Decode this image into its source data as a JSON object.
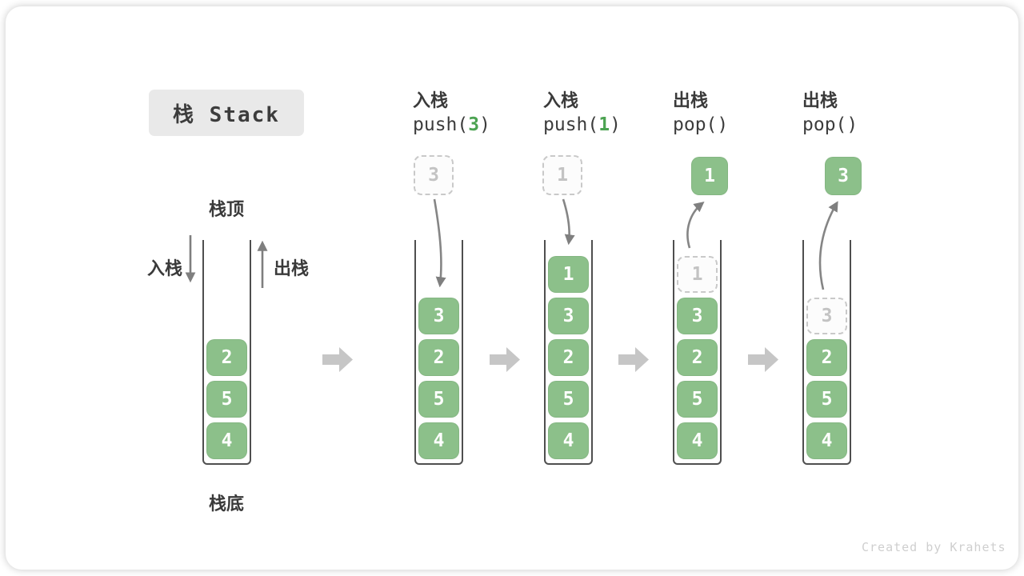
{
  "title": "栈 Stack",
  "labels": {
    "stack_top": "栈顶",
    "stack_bottom": "栈底",
    "push_cn": "入栈",
    "pop_cn": "出栈"
  },
  "operations": [
    {
      "cn": "入栈",
      "code_pre": "push(",
      "code_arg": "3",
      "code_post": ")"
    },
    {
      "cn": "入栈",
      "code_pre": "push(",
      "code_arg": "1",
      "code_post": ")"
    },
    {
      "cn": "出栈",
      "code_pre": "pop(",
      "code_arg": "",
      "code_post": ")"
    },
    {
      "cn": "出栈",
      "code_pre": "pop(",
      "code_arg": "",
      "code_post": ")"
    }
  ],
  "stacks": [
    {
      "name": "initial",
      "cells": [
        {
          "v": "2"
        },
        {
          "v": "5"
        },
        {
          "v": "4"
        }
      ]
    },
    {
      "name": "after-push-3",
      "cells": [
        {
          "v": "3"
        },
        {
          "v": "2"
        },
        {
          "v": "5"
        },
        {
          "v": "4"
        }
      ],
      "floating": {
        "v": "3",
        "style": "ghost"
      }
    },
    {
      "name": "after-push-1",
      "cells": [
        {
          "v": "1"
        },
        {
          "v": "3"
        },
        {
          "v": "2"
        },
        {
          "v": "5"
        },
        {
          "v": "4"
        }
      ],
      "floating": {
        "v": "1",
        "style": "ghost"
      }
    },
    {
      "name": "after-pop-1",
      "cells": [
        {
          "v": "1",
          "ghost": true
        },
        {
          "v": "3"
        },
        {
          "v": "2"
        },
        {
          "v": "5"
        },
        {
          "v": "4"
        }
      ],
      "floating": {
        "v": "1",
        "style": "solid"
      }
    },
    {
      "name": "after-pop-3",
      "cells": [
        {
          "v": "3",
          "ghost": true
        },
        {
          "v": "2"
        },
        {
          "v": "5"
        },
        {
          "v": "4"
        }
      ],
      "floating": {
        "v": "3",
        "style": "solid"
      }
    }
  ],
  "colors": {
    "block_green": "#8cc08a",
    "code_green": "#4ca352",
    "arrow_gray": "#858585",
    "step_arrow_gray": "#c6c6c6",
    "text_dark": "#3a3a3a"
  },
  "watermark": "Created by Krahets"
}
